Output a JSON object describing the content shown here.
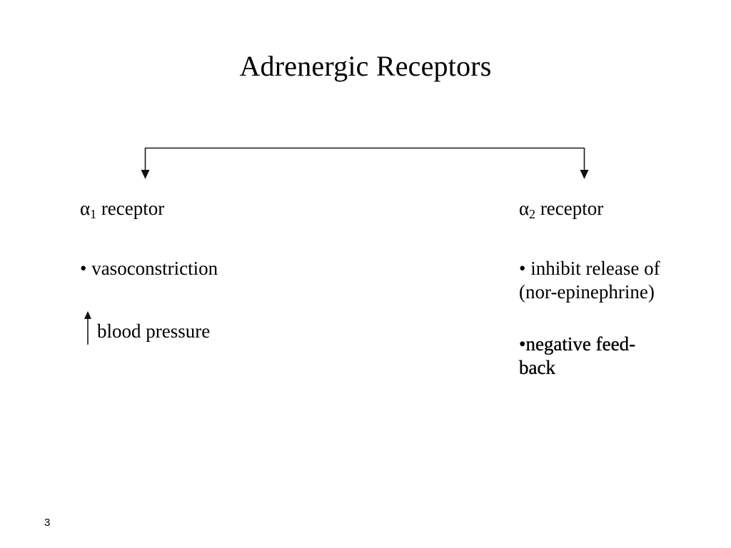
{
  "slide": {
    "title": "Adrenergic Receptors",
    "page_number": "3",
    "background_color": "#ffffff",
    "text_color": "#000000",
    "line_color": "#1a1a1a"
  },
  "diagram": {
    "type": "bracket-split",
    "description": "Horizontal bracket splitting into two downward arrows feeding the two receptor columns",
    "branches": 2
  },
  "columns": {
    "left": {
      "heading_prefix": "α",
      "heading_subscript": "1",
      "heading_suffix": " receptor",
      "heading_full": "α₁ receptor",
      "bullets": [
        "• vasoconstriction"
      ],
      "arrow_item": {
        "arrow": "↑",
        "arrow_direction": "up",
        "label": "blood pressure"
      }
    },
    "right": {
      "heading_prefix": "α",
      "heading_subscript": "2",
      "heading_suffix": " receptor",
      "heading_full": "α₂ receptor",
      "bullets": [
        {
          "line1": "• inhibit release of",
          "line2": "(nor-epinephrine)"
        },
        {
          "line1": "•negative feed-",
          "line2": "back"
        }
      ]
    }
  }
}
